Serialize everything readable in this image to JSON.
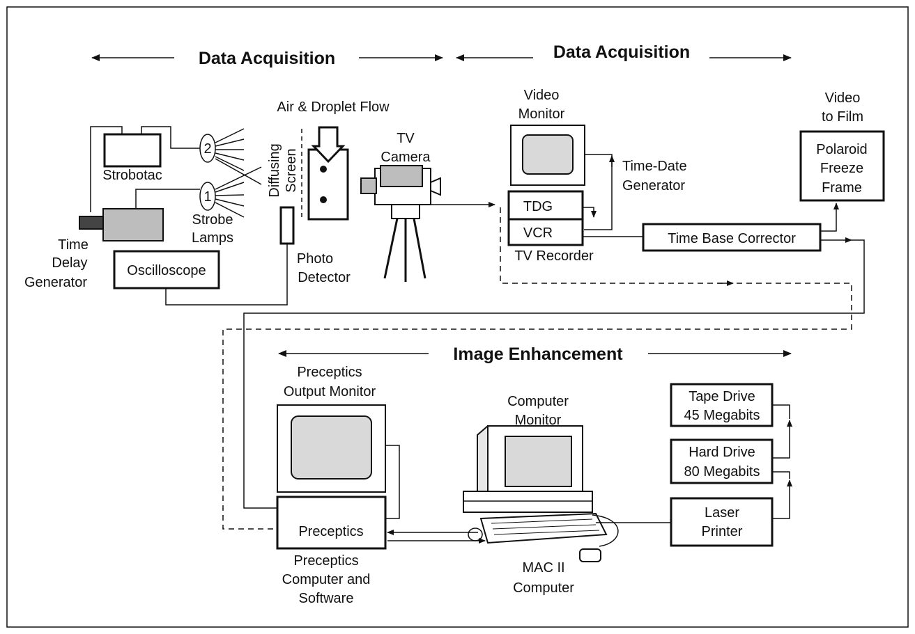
{
  "sections": {
    "acq_left": "Data Acquisition",
    "acq_right": "Data Acquisition",
    "enhancement": "Image Enhancement"
  },
  "labels": {
    "air_flow": "Air & Droplet Flow",
    "strobotac": "Strobotac",
    "strobe_lamps_1": "Strobe",
    "strobe_lamps_2": "Lamps",
    "lamp_2": "2",
    "lamp_1": "1",
    "diffusing": "Diffusing",
    "screen": "Screen",
    "tdg_name_1": "Time",
    "tdg_name_2": "Delay",
    "tdg_name_3": "Generator",
    "oscilloscope": "Oscilloscope",
    "photo_1": "Photo",
    "photo_2": "Detector",
    "tv_camera_1": "TV",
    "tv_camera_2": "Camera",
    "video_monitor_1": "Video",
    "video_monitor_2": "Monitor",
    "time_date_1": "Time-Date",
    "time_date_2": "Generator",
    "tdg": "TDG",
    "vcr": "VCR",
    "tv_recorder": "TV Recorder",
    "video_film_1": "Video",
    "video_film_2": "to Film",
    "polaroid_1": "Polaroid",
    "polaroid_2": "Freeze",
    "polaroid_3": "Frame",
    "tbc": "Time Base Corrector",
    "prec_monitor_1": "Preceptics",
    "prec_monitor_2": "Output Monitor",
    "preceptics": "Preceptics",
    "prec_computer_1": "Preceptics",
    "prec_computer_2": "Computer and",
    "prec_computer_3": "Software",
    "comp_monitor_1": "Computer",
    "comp_monitor_2": "Monitor",
    "mac_1": "MAC II",
    "mac_2": "Computer",
    "tape_1": "Tape Drive",
    "tape_2": "45 Megabits",
    "hard_1": "Hard Drive",
    "hard_2": "80 Megabits",
    "laser_1": "Laser",
    "laser_2": "Printer"
  }
}
